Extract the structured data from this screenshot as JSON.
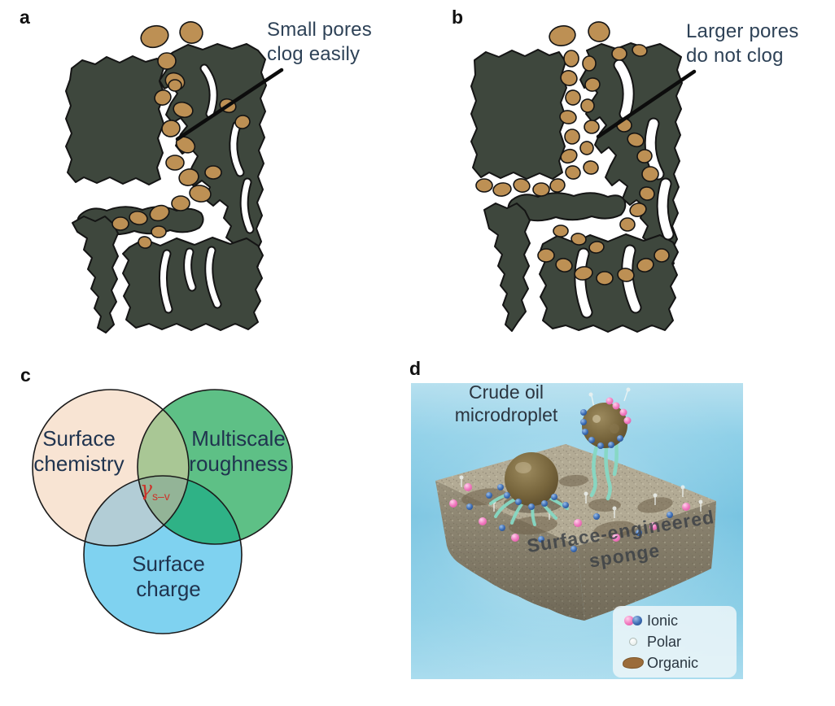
{
  "figure": {
    "panel_a": {
      "label": "a",
      "annotation": {
        "line1": "Small pores",
        "line2": "clog easily"
      }
    },
    "panel_b": {
      "label": "b",
      "annotation": {
        "line1": "Larger pores",
        "line2": "do not clog"
      }
    },
    "panel_c": {
      "label": "c",
      "venn": {
        "surface_chemistry": {
          "line1": "Surface",
          "line2": "chemistry"
        },
        "multiscale_roughness": {
          "line1": "Multiscale",
          "line2": "roughness"
        },
        "surface_charge": {
          "line1": "Surface",
          "line2": "charge"
        },
        "center": {
          "symbol": "γ",
          "subscript": "s–v"
        }
      }
    },
    "panel_d": {
      "label": "d",
      "droplet_label": {
        "line1": "Crude oil",
        "line2": "microdroplet"
      },
      "sponge_label": {
        "line1": "Surface-engineered",
        "line2": "sponge"
      },
      "legend": {
        "items": [
          {
            "icon": "ionic-spheres-icon",
            "label": "Ionic"
          },
          {
            "icon": "polar-dot-icon",
            "label": "Polar"
          },
          {
            "icon": "organic-blob-icon",
            "label": "Organic"
          }
        ]
      }
    },
    "colors": {
      "rock": "#3e473d",
      "pore_deposit": "#bd9054",
      "annotation_text": "#2e4257",
      "venn_chemistry": "#f8e4d3",
      "venn_roughness": "#5ec086",
      "venn_charge": "#7fd2f0",
      "venn_center_symbol": "#cc342b",
      "panel_d_background": "#7cc6e2",
      "ionic_pink": "#f077be",
      "ionic_blue": "#3c6cb4",
      "organic_brown": "#9b6c3a",
      "tentacle_teal": "#86d9c4"
    }
  }
}
